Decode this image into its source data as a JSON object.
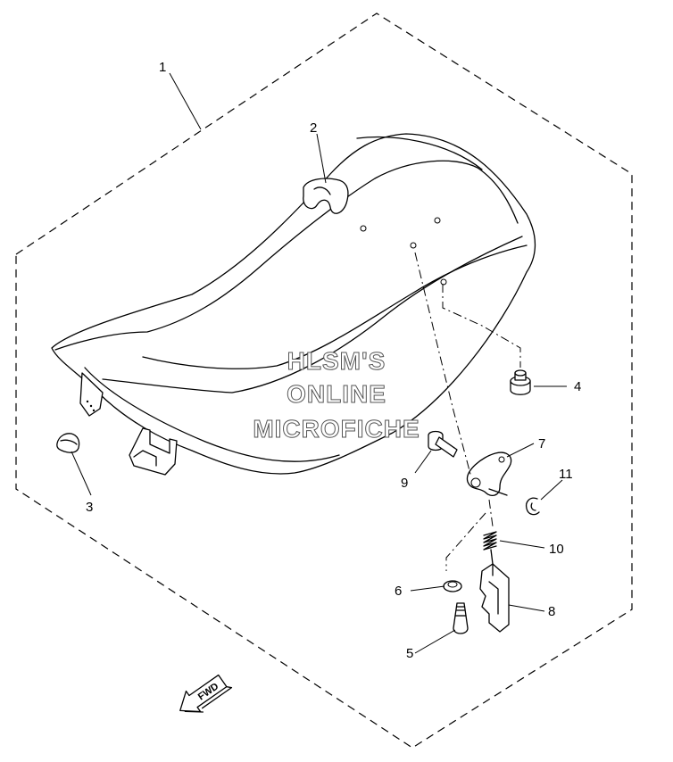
{
  "diagram": {
    "watermark": {
      "line1": "HLSM'S",
      "line2": "ONLINE",
      "line3": "MICROFICHE"
    },
    "direction_arrow": "FWD",
    "callouts": {
      "c1": "1",
      "c2": "2",
      "c3": "3",
      "c4": "4",
      "c5": "5",
      "c6": "6",
      "c7": "7",
      "c8": "8",
      "c9": "9",
      "c10": "10",
      "c11": "11"
    }
  }
}
